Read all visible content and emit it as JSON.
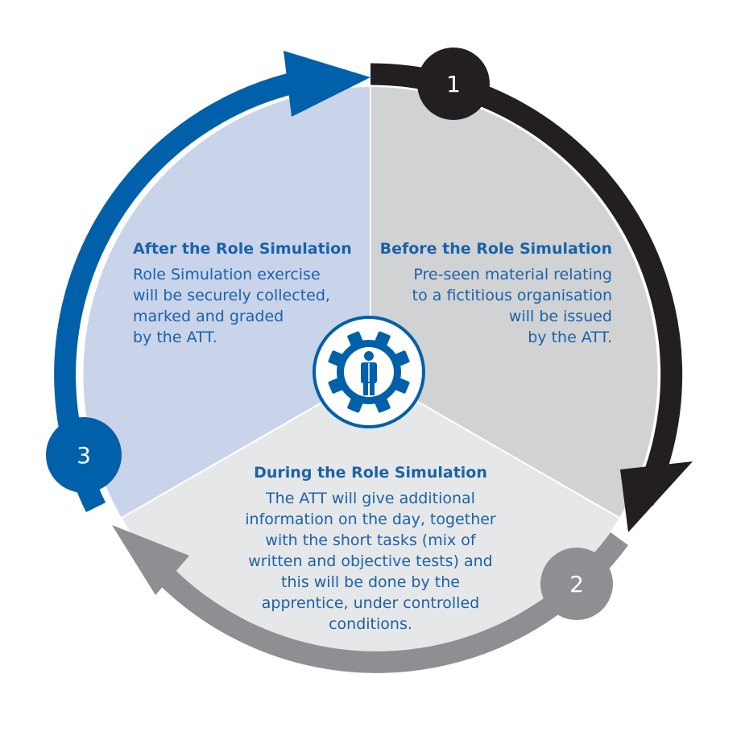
{
  "colors": {
    "sector_before": "#d1d2d4",
    "sector_during": "#e6e7e8",
    "sector_after": "#c9d3ea",
    "arrow_before": "#231f20",
    "arrow_during": "#8e8f92",
    "arrow_after": "#0060a9",
    "text": "#1a63a8",
    "hub_ring": "#0060a9"
  },
  "hub": {
    "icon": "gear-person-icon"
  },
  "stages": {
    "before": {
      "number": "1",
      "title": "Before the Role Simulation",
      "lines": [
        "Pre-seen material relating",
        "to a fictitious organisation",
        "will be issued",
        "by the ATT."
      ]
    },
    "during": {
      "number": "2",
      "title": "During the Role Simulation",
      "lines": [
        "The ATT will give additional",
        "information on the day, together",
        "with the short tasks (mix of",
        "written and objective tests) and",
        "this will be done by the",
        "apprentice, under controlled",
        "conditions."
      ]
    },
    "after": {
      "number": "3",
      "title": "After the Role Simulation",
      "lines": [
        "Role Simulation exercise",
        "will be securely collected,",
        "marked and graded",
        "by the ATT."
      ]
    }
  }
}
